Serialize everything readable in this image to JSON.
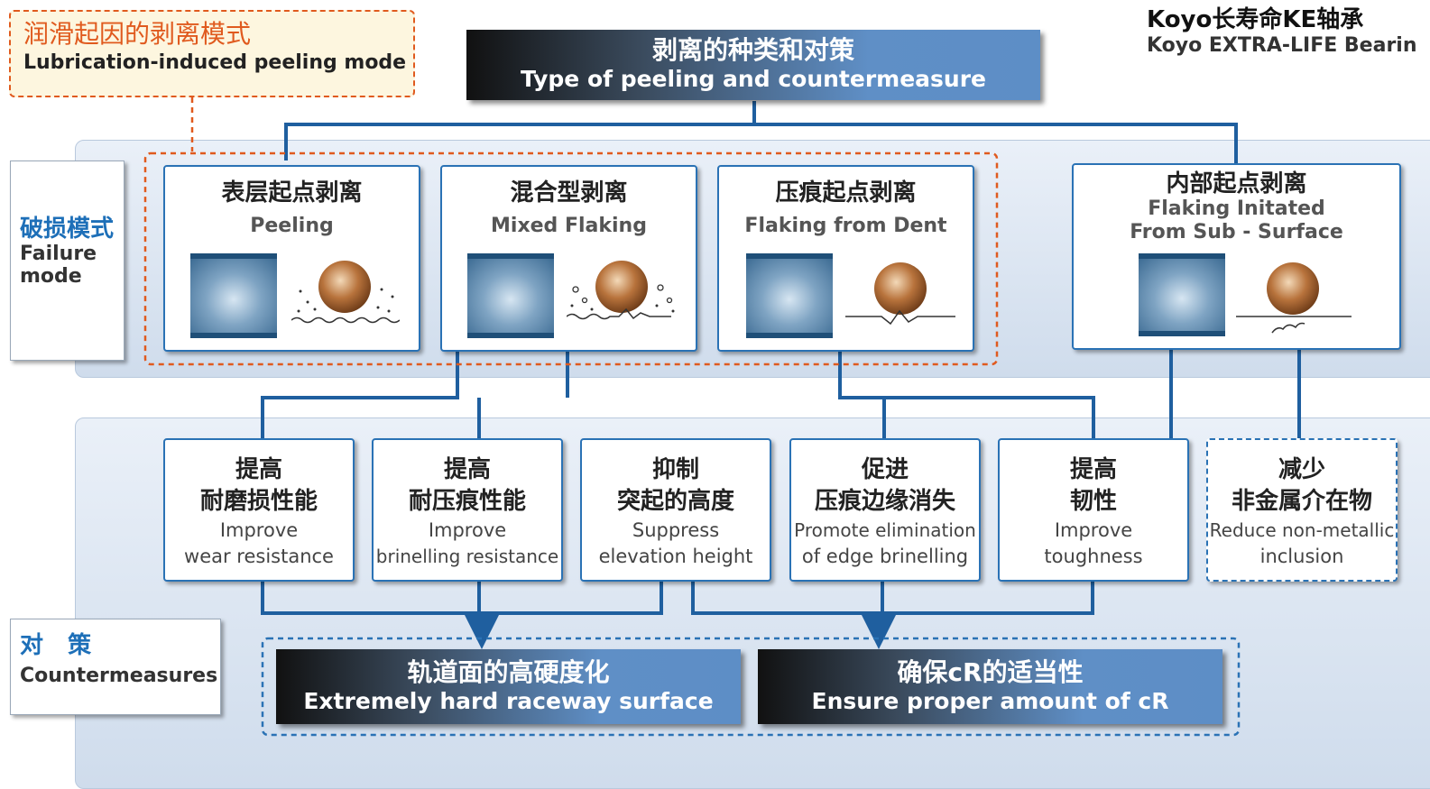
{
  "brand": {
    "title_zh": "Koyo长寿命KE轴承",
    "title_en": "Koyo EXTRA-LIFE Bearin"
  },
  "callout": {
    "zh": "润滑起因的剥离模式",
    "en": "Lubrication-induced peeling mode"
  },
  "header": {
    "zh": "剥离的种类和对策",
    "en": "Type of peeling and countermeasure"
  },
  "failure_label": {
    "zh": "破损模式",
    "en": "Failure mode"
  },
  "counter_label": {
    "zh": "对   策",
    "en": "Countermeasures"
  },
  "failure_modes": [
    {
      "zh": "表层起点剥离",
      "en": "Peeling"
    },
    {
      "zh": "混合型剥离",
      "en": "Mixed Flaking"
    },
    {
      "zh": "压痕起点剥离",
      "en": "Flaking from Dent"
    },
    {
      "zh": "内部起点剥离",
      "en": "Flaking Initated",
      "en2": "From Sub - Surface"
    }
  ],
  "countermeasures": [
    {
      "zh1": "提高",
      "zh2": "耐磨损性能",
      "en1": "Improve",
      "en2": "wear resistance"
    },
    {
      "zh1": "提高",
      "zh2": "耐压痕性能",
      "en1": "Improve",
      "en2": "brinelling resistance"
    },
    {
      "zh1": "抑制",
      "zh2": "突起的高度",
      "en1": "Suppress",
      "en2": "elevation height"
    },
    {
      "zh1": "促进",
      "zh2": "压痕边缘消失",
      "en1": "Promote elimination",
      "en2": "of edge brinelling"
    },
    {
      "zh1": "提高",
      "zh2": "韧性",
      "en1": "Improve",
      "en2": "toughness"
    },
    {
      "zh1": "减少",
      "zh2": "非金属介在物",
      "en1": "Reduce non-metallic",
      "en2": "inclusion"
    }
  ],
  "solutions": [
    {
      "zh": "轨道面的高硬度化",
      "en": "Extremely hard raceway surface"
    },
    {
      "zh": "确保cR的适当性",
      "en": "Ensure proper amount of cR"
    }
  ],
  "colors": {
    "accent_blue": "#2a72b5",
    "label_blue": "#1d6fb8",
    "callout_orange": "#e05a1e"
  }
}
